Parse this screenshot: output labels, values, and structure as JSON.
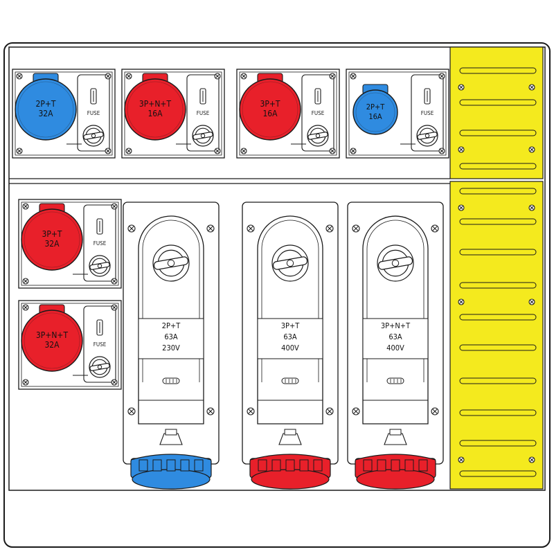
{
  "colors": {
    "blue": "#2f8be0",
    "red": "#e8202a",
    "yellow": "#f4ea1e",
    "outline": "#1a1a1a",
    "panel_bg": "#ffffff"
  },
  "sockets_small": [
    {
      "id": "s1",
      "color": "blue",
      "line1": "2P+T",
      "line2": "32A",
      "fuse_label": "FUSE"
    },
    {
      "id": "s2",
      "color": "red",
      "line1": "3P+N+T",
      "line2": "16A",
      "fuse_label": "FUSE"
    },
    {
      "id": "s3",
      "color": "red",
      "line1": "3P+T",
      "line2": "16A",
      "fuse_label": "FUSE"
    },
    {
      "id": "s4",
      "color": "blue",
      "line1": "2P+T",
      "line2": "16A",
      "fuse_label": "FUSE"
    },
    {
      "id": "s5",
      "color": "red",
      "line1": "3P+T",
      "line2": "32A",
      "fuse_label": "FUSE"
    },
    {
      "id": "s6",
      "color": "red",
      "line1": "3P+N+T",
      "line2": "32A",
      "fuse_label": "FUSE"
    }
  ],
  "sockets_large": [
    {
      "id": "l1",
      "color": "blue",
      "line1": "2P+T",
      "line2": "63A",
      "line3": "230V"
    },
    {
      "id": "l2",
      "color": "red",
      "line1": "3P+T",
      "line2": "63A",
      "line3": "400V"
    },
    {
      "id": "l3",
      "color": "red",
      "line1": "3P+N+T",
      "line2": "63A",
      "line3": "400V"
    }
  ],
  "icons": {
    "small_socket": "socket-icon",
    "fuse": "fuse-icon",
    "switch": "rotary-switch-icon",
    "screw": "screw-icon",
    "large_plug": "plug-connector-icon",
    "rail": "din-rail-icon"
  }
}
